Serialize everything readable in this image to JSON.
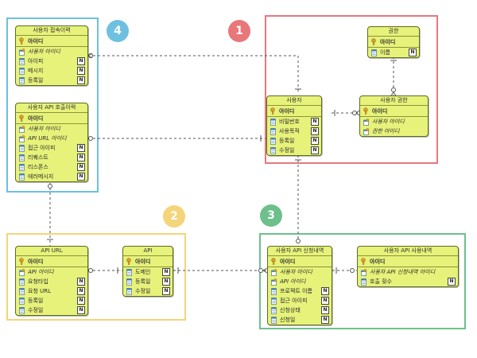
{
  "groups": [
    {
      "id": "1",
      "color": "#e8777a"
    },
    {
      "id": "2",
      "color": "#f5d47a"
    },
    {
      "id": "3",
      "color": "#6dc08b"
    },
    {
      "id": "4",
      "color": "#6ec0e0"
    }
  ],
  "null_flag": "N",
  "entities": [
    {
      "key": "access-log",
      "title": "사용자 접속이력",
      "rows": [
        {
          "text": "아이디",
          "kind": "pk"
        },
        {
          "text": "사용자 아이디",
          "kind": "fk"
        },
        {
          "text": "아이피",
          "kind": "attr",
          "nullable": true
        },
        {
          "text": "메시지",
          "kind": "attr",
          "nullable": true
        },
        {
          "text": "등록일",
          "kind": "attr",
          "nullable": true
        }
      ]
    },
    {
      "key": "api-call-log",
      "title": "사용자 API 호출이력",
      "rows": [
        {
          "text": "아이디",
          "kind": "pk"
        },
        {
          "text": "사용자 아이디",
          "kind": "fk"
        },
        {
          "text": "API URL 아이디",
          "kind": "fk"
        },
        {
          "text": "접근 아이피",
          "kind": "attr",
          "nullable": true
        },
        {
          "text": "리퀘스트",
          "kind": "attr",
          "nullable": true
        },
        {
          "text": "리스폰스",
          "kind": "attr",
          "nullable": true
        },
        {
          "text": "에러메시지",
          "kind": "attr",
          "nullable": true
        }
      ]
    },
    {
      "key": "role",
      "title": "권한",
      "rows": [
        {
          "text": "아이디",
          "kind": "pk"
        },
        {
          "text": "이름",
          "kind": "attr",
          "nullable": true
        }
      ]
    },
    {
      "key": "user",
      "title": "사용자",
      "rows": [
        {
          "text": "아이디",
          "kind": "pk"
        },
        {
          "text": "비밀번호",
          "kind": "attr",
          "nullable": true
        },
        {
          "text": "사용목적",
          "kind": "attr",
          "nullable": true
        },
        {
          "text": "등록일",
          "kind": "attr",
          "nullable": true
        },
        {
          "text": "수정일",
          "kind": "attr",
          "nullable": true
        }
      ]
    },
    {
      "key": "user-role",
      "title": "사용자 권한",
      "rows": [
        {
          "text": "아이디",
          "kind": "pk"
        },
        {
          "text": "사용자 아이디",
          "kind": "fk"
        },
        {
          "text": "권한 아이디",
          "kind": "fk"
        }
      ]
    },
    {
      "key": "api-url",
      "title": "API URL",
      "rows": [
        {
          "text": "아이디",
          "kind": "pk"
        },
        {
          "text": "API 아이디",
          "kind": "fk"
        },
        {
          "text": "요청타입",
          "kind": "attr",
          "nullable": true
        },
        {
          "text": "요청 URL",
          "kind": "attr",
          "nullable": true
        },
        {
          "text": "등록일",
          "kind": "attr",
          "nullable": true
        },
        {
          "text": "수정일",
          "kind": "attr",
          "nullable": true
        }
      ]
    },
    {
      "key": "api",
      "title": "API",
      "rows": [
        {
          "text": "아이디",
          "kind": "pk"
        },
        {
          "text": "도메인",
          "kind": "attr",
          "nullable": true
        },
        {
          "text": "등록일",
          "kind": "attr",
          "nullable": true
        },
        {
          "text": "수정일",
          "kind": "attr",
          "nullable": true
        }
      ]
    },
    {
      "key": "api-request",
      "title": "사용자 API 신청내역",
      "rows": [
        {
          "text": "아이디",
          "kind": "pk"
        },
        {
          "text": "사용자 아이디",
          "kind": "fk"
        },
        {
          "text": "API 아이디",
          "kind": "fk"
        },
        {
          "text": "프로젝트 이름",
          "kind": "attr",
          "nullable": true
        },
        {
          "text": "접근 아이피",
          "kind": "attr",
          "nullable": true
        },
        {
          "text": "신청상태",
          "kind": "attr",
          "nullable": true
        },
        {
          "text": "신청일",
          "kind": "attr",
          "nullable": true
        }
      ]
    },
    {
      "key": "api-usage",
      "title": "사용자 API 사용내역",
      "rows": [
        {
          "text": "아이디",
          "kind": "pk"
        },
        {
          "text": "사용자 API 신청내역 아이디",
          "kind": "fk"
        },
        {
          "text": "호출 횟수",
          "kind": "attr",
          "nullable": true
        }
      ]
    }
  ],
  "colors": {
    "entity_fill": "#e6f27a",
    "entity_border": "#5f6b20",
    "connector": "#555555"
  }
}
